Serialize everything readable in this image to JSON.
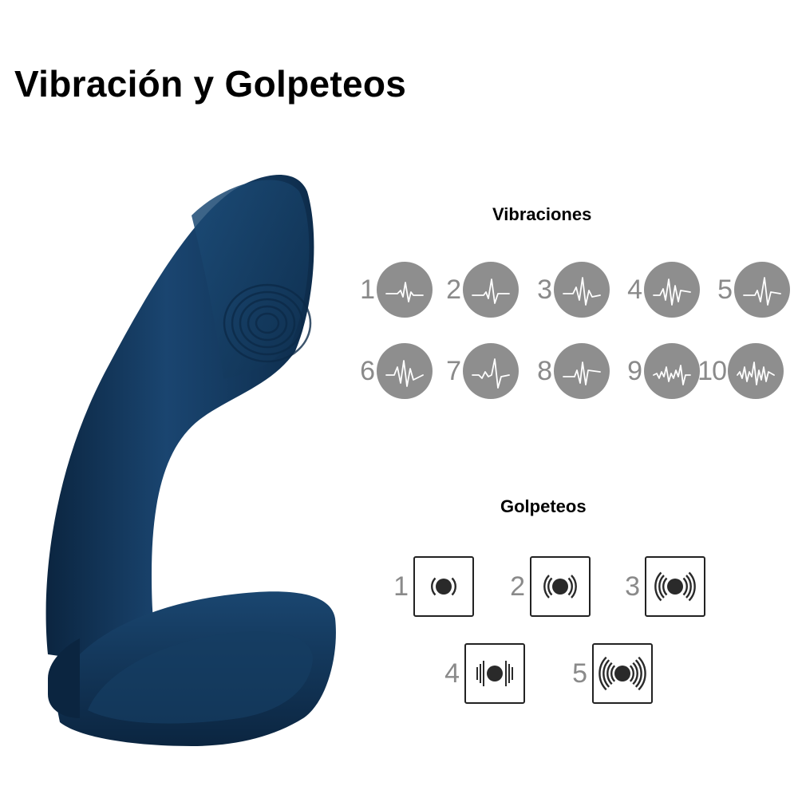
{
  "title": "Vibración y Golpeteos",
  "vibrations": {
    "heading": "Vibraciones",
    "items": [
      {
        "number": "1",
        "icon": "vibration-pattern-1-icon"
      },
      {
        "number": "2",
        "icon": "vibration-pattern-2-icon"
      },
      {
        "number": "3",
        "icon": "vibration-pattern-3-icon"
      },
      {
        "number": "4",
        "icon": "vibration-pattern-4-icon"
      },
      {
        "number": "5",
        "icon": "vibration-pattern-5-icon"
      },
      {
        "number": "6",
        "icon": "vibration-pattern-6-icon"
      },
      {
        "number": "7",
        "icon": "vibration-pattern-7-icon"
      },
      {
        "number": "8",
        "icon": "vibration-pattern-8-icon"
      },
      {
        "number": "9",
        "icon": "vibration-pattern-9-icon"
      },
      {
        "number": "10",
        "icon": "vibration-pattern-10-icon"
      }
    ]
  },
  "tapping": {
    "heading": "Golpeteos",
    "items": [
      {
        "number": "1",
        "icon": "tapping-level-1-icon"
      },
      {
        "number": "2",
        "icon": "tapping-level-2-icon"
      },
      {
        "number": "3",
        "icon": "tapping-level-3-icon"
      },
      {
        "number": "4",
        "icon": "tapping-level-4-icon"
      },
      {
        "number": "5",
        "icon": "tapping-level-5-icon"
      }
    ]
  },
  "colors": {
    "product": "#143a5e",
    "icon_circle": "#8e8e8e",
    "numbers": "#8a8a8a"
  }
}
